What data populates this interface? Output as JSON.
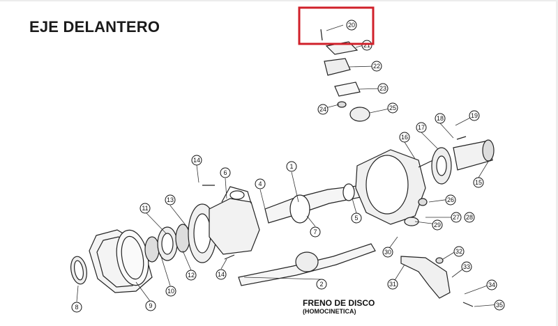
{
  "title": "EJE DELANTERO",
  "caption": {
    "main": "FRENO DE DISCO",
    "sub": "(HOMOCINETICA)"
  },
  "highlight_color": "#d0202a",
  "highlighted_part": "20",
  "callouts": [
    "1",
    "2",
    "4",
    "5",
    "6",
    "7",
    "8",
    "9",
    "10",
    "11",
    "12",
    "13",
    "14",
    "14",
    "15",
    "16",
    "17",
    "18",
    "19",
    "20",
    "21",
    "22",
    "23",
    "24",
    "25",
    "26",
    "27",
    "28",
    "29",
    "30",
    "31",
    "32",
    "33",
    "34",
    "35"
  ]
}
